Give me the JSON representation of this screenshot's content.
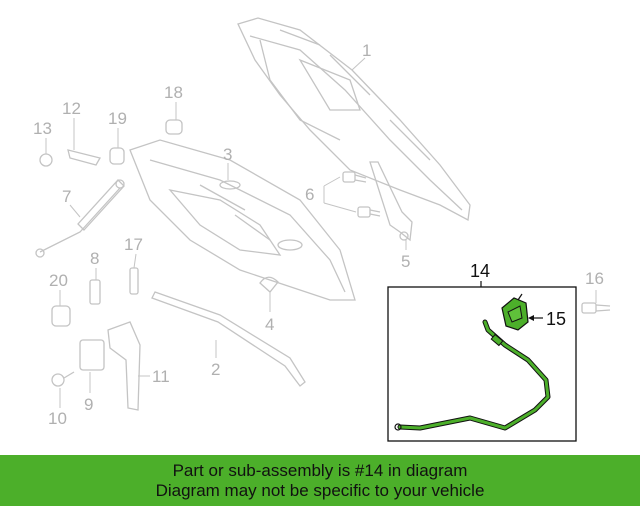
{
  "callouts": {
    "c1": "1",
    "c2": "2",
    "c3": "3",
    "c4": "4",
    "c5": "5",
    "c6": "6",
    "c7": "7",
    "c8": "8",
    "c9": "9",
    "c10": "10",
    "c11": "11",
    "c12": "12",
    "c13": "13",
    "c14": "14",
    "c15": "15",
    "c16": "16",
    "c17": "17",
    "c18": "18",
    "c19": "19",
    "c20": "20"
  },
  "highlight_color": "#4caf2a",
  "banner": {
    "line1": "Part or sub-assembly is #14 in diagram",
    "line2": "Diagram may not be specific to your vehicle"
  }
}
